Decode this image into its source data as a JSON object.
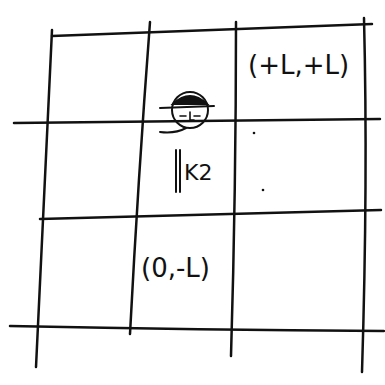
{
  "diagram": {
    "labels": [
      "(+L,+L)",
      "(0,-L)",
      "K2"
    ]
  }
}
